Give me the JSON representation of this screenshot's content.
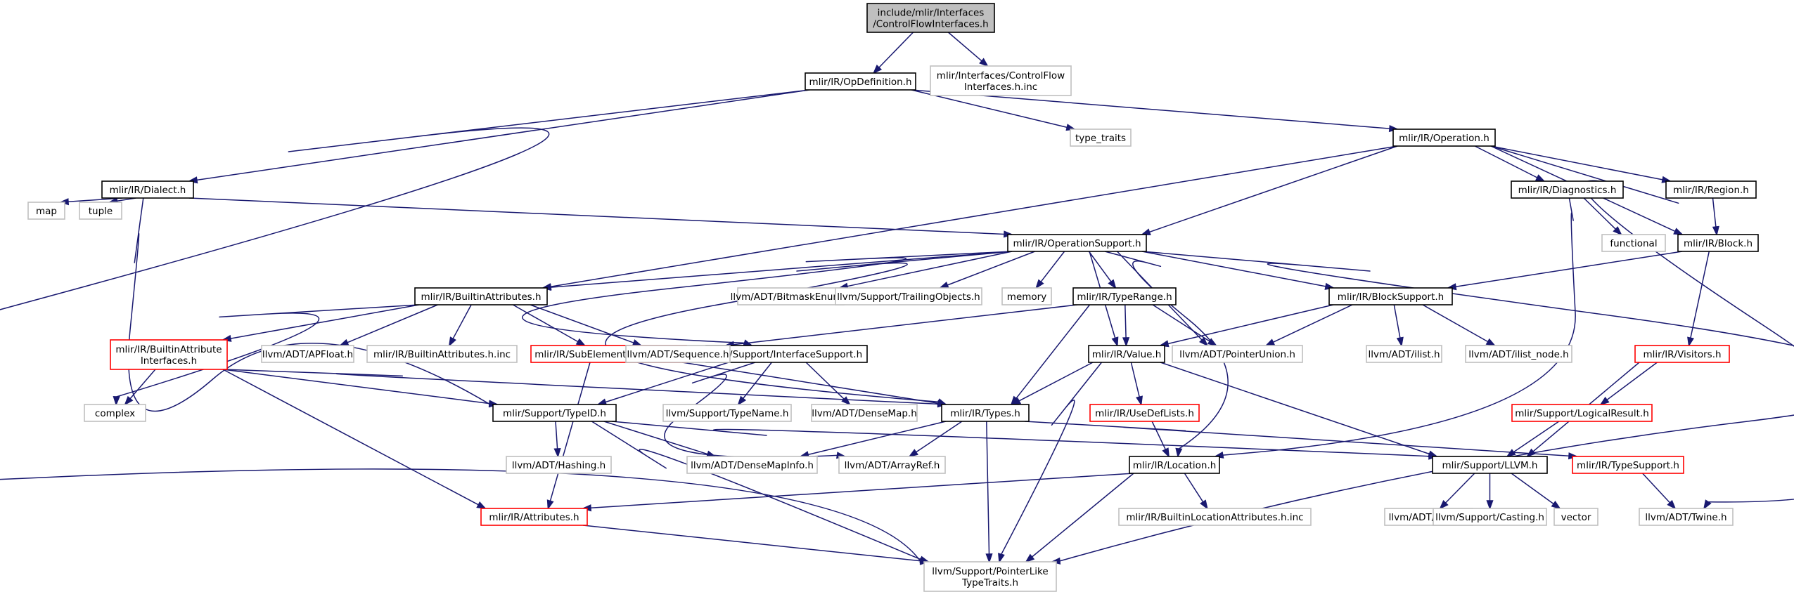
{
  "diagram": {
    "title": "include/mlir/Interfaces/ControlFlowInterfaces.h",
    "colors": {
      "edge": "#191970",
      "root_fill": "#bfbfbf",
      "internal_border": "#000000",
      "truncated_border": "#ff0000",
      "external_border": "#bfbfbf"
    },
    "nodes": [
      {
        "id": "root",
        "kind": "root",
        "lines": [
          "include/mlir/Interfaces",
          "/ControlFlowInterfaces.h"
        ]
      },
      {
        "id": "opdef",
        "kind": "internal",
        "lines": [
          "mlir/IR/OpDefinition.h"
        ]
      },
      {
        "id": "cfinc",
        "kind": "external",
        "lines": [
          "mlir/Interfaces/ControlFlow",
          "Interfaces.h.inc"
        ]
      },
      {
        "id": "typetraits",
        "kind": "external",
        "lines": [
          "type_traits"
        ]
      },
      {
        "id": "operation",
        "kind": "internal",
        "lines": [
          "mlir/IR/Operation.h"
        ]
      },
      {
        "id": "dialect",
        "kind": "internal",
        "lines": [
          "mlir/IR/Dialect.h"
        ]
      },
      {
        "id": "map",
        "kind": "external",
        "lines": [
          "map"
        ]
      },
      {
        "id": "tuple",
        "kind": "external",
        "lines": [
          "tuple"
        ]
      },
      {
        "id": "opsupport",
        "kind": "internal",
        "lines": [
          "mlir/IR/OperationSupport.h"
        ]
      },
      {
        "id": "diagnostics",
        "kind": "internal",
        "lines": [
          "mlir/IR/Diagnostics.h"
        ]
      },
      {
        "id": "functional",
        "kind": "external",
        "lines": [
          "functional"
        ]
      },
      {
        "id": "region",
        "kind": "internal",
        "lines": [
          "mlir/IR/Region.h"
        ]
      },
      {
        "id": "block",
        "kind": "internal",
        "lines": [
          "mlir/IR/Block.h"
        ]
      },
      {
        "id": "builtinattr",
        "kind": "internal",
        "lines": [
          "mlir/IR/BuiltinAttributes.h"
        ]
      },
      {
        "id": "bitmask",
        "kind": "external",
        "lines": [
          "llvm/ADT/BitmaskEnum.h"
        ]
      },
      {
        "id": "trailing",
        "kind": "external",
        "lines": [
          "llvm/Support/TrailingObjects.h"
        ]
      },
      {
        "id": "memory",
        "kind": "external",
        "lines": [
          "memory"
        ]
      },
      {
        "id": "typerange",
        "kind": "internal",
        "lines": [
          "mlir/IR/TypeRange.h"
        ]
      },
      {
        "id": "blocksupport",
        "kind": "internal",
        "lines": [
          "mlir/IR/BlockSupport.h"
        ]
      },
      {
        "id": "biai",
        "kind": "truncated",
        "lines": [
          "mlir/IR/BuiltinAttribute",
          "Interfaces.h"
        ]
      },
      {
        "id": "apfloat",
        "kind": "external",
        "lines": [
          "llvm/ADT/APFloat.h"
        ]
      },
      {
        "id": "biattrinc",
        "kind": "external",
        "lines": [
          "mlir/IR/BuiltinAttributes.h.inc"
        ]
      },
      {
        "id": "subelem",
        "kind": "truncated",
        "lines": [
          "mlir/IR/SubElementInterfaces.h"
        ]
      },
      {
        "id": "ifacesupport",
        "kind": "internal",
        "lines": [
          "mlir/Support/InterfaceSupport.h"
        ]
      },
      {
        "id": "sequence",
        "kind": "external",
        "lines": [
          "llvm/ADT/Sequence.h"
        ]
      },
      {
        "id": "value",
        "kind": "internal",
        "lines": [
          "mlir/IR/Value.h"
        ]
      },
      {
        "id": "ptrunion",
        "kind": "external",
        "lines": [
          "llvm/ADT/PointerUnion.h"
        ]
      },
      {
        "id": "ilist",
        "kind": "external",
        "lines": [
          "llvm/ADT/ilist.h"
        ]
      },
      {
        "id": "ilistnode",
        "kind": "external",
        "lines": [
          "llvm/ADT/ilist_node.h"
        ]
      },
      {
        "id": "visitors",
        "kind": "truncated",
        "lines": [
          "mlir/IR/Visitors.h"
        ]
      },
      {
        "id": "complex",
        "kind": "external",
        "lines": [
          "complex"
        ]
      },
      {
        "id": "typeid",
        "kind": "internal",
        "lines": [
          "mlir/Support/TypeID.h"
        ]
      },
      {
        "id": "typename",
        "kind": "external",
        "lines": [
          "llvm/Support/TypeName.h"
        ]
      },
      {
        "id": "densemap",
        "kind": "external",
        "lines": [
          "llvm/ADT/DenseMap.h"
        ]
      },
      {
        "id": "types",
        "kind": "internal",
        "lines": [
          "mlir/IR/Types.h"
        ]
      },
      {
        "id": "usedef",
        "kind": "truncated",
        "lines": [
          "mlir/IR/UseDefLists.h"
        ]
      },
      {
        "id": "logical",
        "kind": "truncated",
        "lines": [
          "mlir/Support/LogicalResult.h"
        ]
      },
      {
        "id": "hashing",
        "kind": "external",
        "lines": [
          "llvm/ADT/Hashing.h"
        ]
      },
      {
        "id": "densemapinfo",
        "kind": "external",
        "lines": [
          "llvm/ADT/DenseMapInfo.h"
        ]
      },
      {
        "id": "arrayref",
        "kind": "external",
        "lines": [
          "llvm/ADT/ArrayRef.h"
        ]
      },
      {
        "id": "location",
        "kind": "internal",
        "lines": [
          "mlir/IR/Location.h"
        ]
      },
      {
        "id": "llvmh",
        "kind": "internal",
        "lines": [
          "mlir/Support/LLVM.h"
        ]
      },
      {
        "id": "typesupport",
        "kind": "truncated",
        "lines": [
          "mlir/IR/TypeSupport.h"
        ]
      },
      {
        "id": "attributes",
        "kind": "truncated",
        "lines": [
          "mlir/IR/Attributes.h"
        ]
      },
      {
        "id": "bilocinc",
        "kind": "external",
        "lines": [
          "mlir/IR/BuiltinLocationAttributes.h.inc"
        ]
      },
      {
        "id": "none",
        "kind": "external",
        "lines": [
          "llvm/ADT/None.h"
        ]
      },
      {
        "id": "casting",
        "kind": "external",
        "lines": [
          "llvm/Support/Casting.h"
        ]
      },
      {
        "id": "vector",
        "kind": "external",
        "lines": [
          "vector"
        ]
      },
      {
        "id": "twine",
        "kind": "external",
        "lines": [
          "llvm/ADT/Twine.h"
        ]
      },
      {
        "id": "ptrlike",
        "kind": "external",
        "lines": [
          "llvm/Support/PointerLike",
          "TypeTraits.h"
        ]
      }
    ]
  }
}
